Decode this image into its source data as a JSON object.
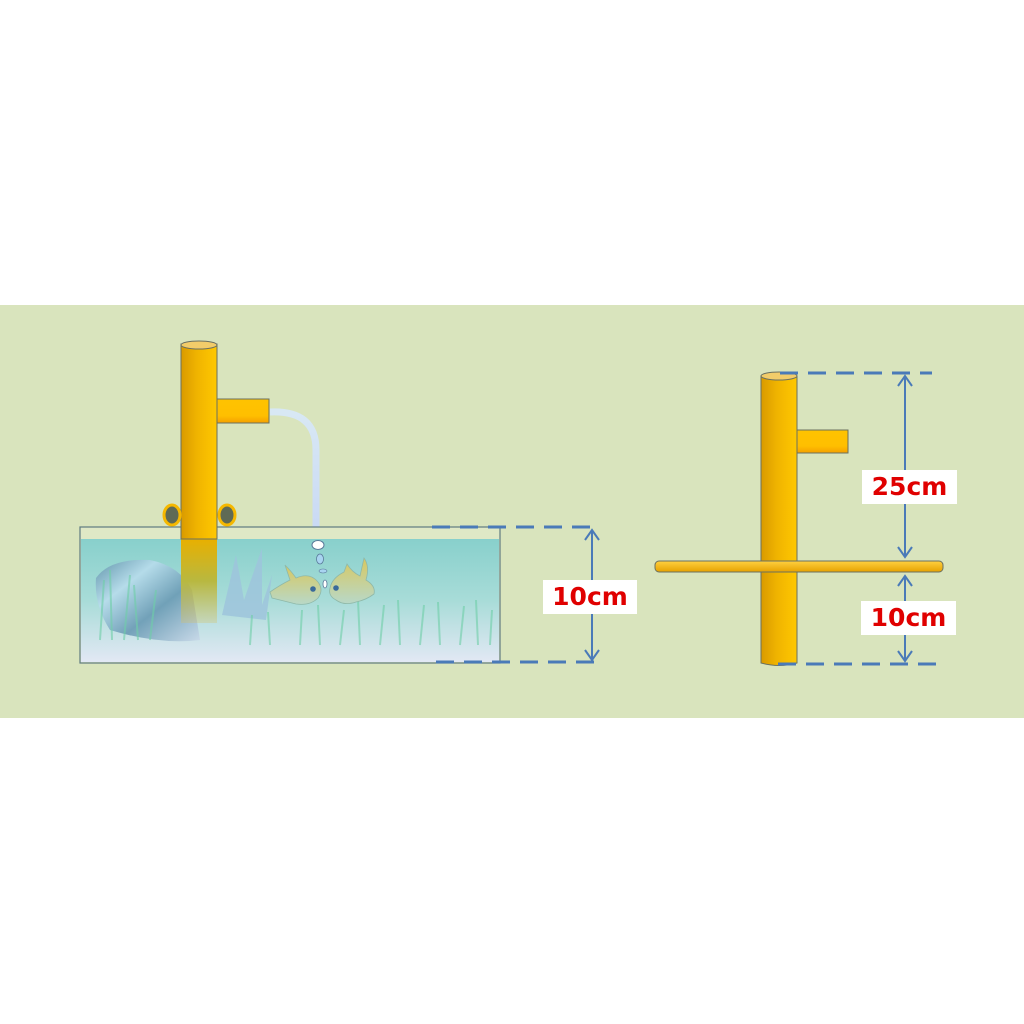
{
  "diagram": {
    "background_color": "#d9e4bd",
    "pipe_color": "#f5b800",
    "dimension_line_color": "#4a7ab8",
    "label_text_color": "#e00000",
    "left_panel": {
      "description": "Overflow pipe installed in aquarium tank with fish and plants",
      "dimension_label": "10cm"
    },
    "right_panel": {
      "description": "Overflow pipe with crossbar, dimensions",
      "upper_dimension_label": "25cm",
      "lower_dimension_label": "10cm"
    }
  }
}
